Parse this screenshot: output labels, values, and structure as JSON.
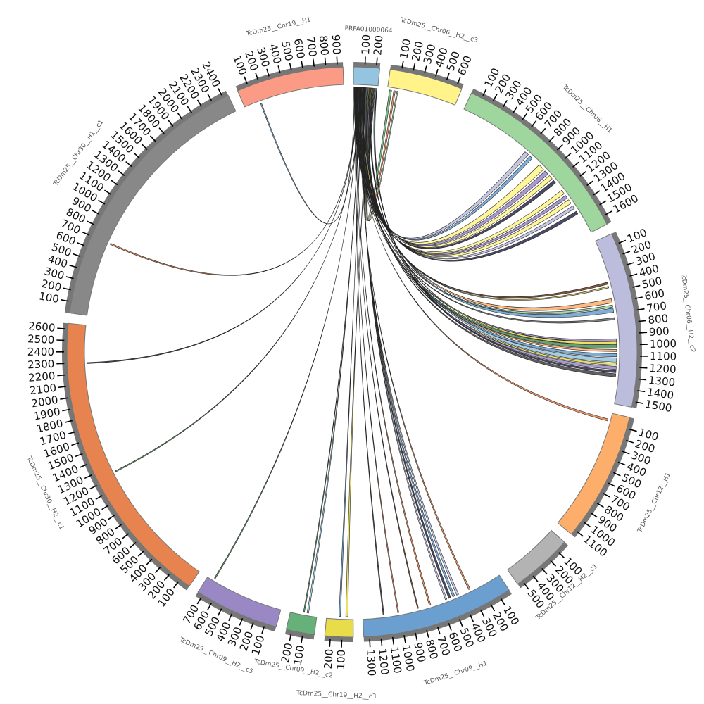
{
  "figure": {
    "type": "circos",
    "title": ""
  },
  "chromosomes": [
    {
      "name": "PRFA01000064",
      "length": 230,
      "color": "#94c4df"
    },
    {
      "name": "TcDm25__Chr06__H2__c3",
      "length": 650,
      "color": "#fff38a"
    },
    {
      "name": "TcDm25__Chr06__H1",
      "length": 1680,
      "color": "#9ed69e"
    },
    {
      "name": "TcDm25__Chr06__H2__c2",
      "length": 1550,
      "color": "#bcbddc"
    },
    {
      "name": "TcDm25__Chr12__H1",
      "length": 1150,
      "color": "#fdae6b"
    },
    {
      "name": "TcDm25__Chr12__H2__c1",
      "length": 550,
      "color": "#b3b3b3"
    },
    {
      "name": "TcDm25__Chr09__H1",
      "length": 1350,
      "color": "#6a9fcf"
    },
    {
      "name": "TcDm25__Chr19__H2__c3",
      "length": 250,
      "color": "#e8dc4a"
    },
    {
      "name": "TcDm25__Chr09__H2__c2",
      "length": 250,
      "color": "#66b07a"
    },
    {
      "name": "TcDm25__Chr09__H2__c5",
      "length": 750,
      "color": "#9a88c4"
    },
    {
      "name": "TcDm25__Chr30__H2__c1",
      "length": 2650,
      "color": "#e6834f"
    },
    {
      "name": "TcDm25__Chr30__H1__c1",
      "length": 2450,
      "color": "#888888"
    },
    {
      "name": "TcDm25__Chr19__H1",
      "length": 950,
      "color": "#fb9a85"
    }
  ],
  "tick_interval": 100,
  "links": [
    [
      "TcDm25__Chr06__H2__c3",
      20,
      40,
      180,
      186,
      "#66b07a"
    ],
    [
      "TcDm25__Chr06__H2__c3",
      60,
      75,
      190,
      195,
      "#e6834f"
    ],
    [
      "TcDm25__Chr06__H2__c3",
      90,
      100,
      200,
      205,
      "#9ed69e"
    ],
    [
      "TcDm25__Chr06__H1",
      700,
      740,
      150,
      158,
      "#bcbddc"
    ],
    [
      "TcDm25__Chr06__H1",
      760,
      790,
      160,
      165,
      "#6a9fcf"
    ],
    [
      "TcDm25__Chr06__H1",
      880,
      940,
      120,
      130,
      "#fff38a"
    ],
    [
      "TcDm25__Chr06__H1",
      960,
      1000,
      132,
      138,
      "#9a88c4"
    ],
    [
      "TcDm25__Chr06__H1",
      1020,
      1060,
      140,
      146,
      "#fff38a"
    ],
    [
      "TcDm25__Chr06__H1",
      1080,
      1110,
      100,
      106,
      "#2b2b4a"
    ],
    [
      "TcDm25__Chr06__H1",
      1200,
      1240,
      60,
      66,
      "#fff38a"
    ],
    [
      "TcDm25__Chr06__H1",
      1260,
      1290,
      70,
      74,
      "#9a88c4"
    ],
    [
      "TcDm25__Chr06__H1",
      1310,
      1350,
      80,
      86,
      "#fff38a"
    ],
    [
      "TcDm25__Chr06__H1",
      1380,
      1410,
      88,
      92,
      "#bcbddc"
    ],
    [
      "TcDm25__Chr06__H1",
      1440,
      1470,
      94,
      98,
      "#2b2b4a"
    ],
    [
      "TcDm25__Chr06__H2__c2",
      400,
      420,
      40,
      43,
      "#6b3a1e"
    ],
    [
      "TcDm25__Chr06__H2__c2",
      440,
      455,
      44,
      47,
      "#c8c060"
    ],
    [
      "TcDm25__Chr06__H2__c2",
      560,
      600,
      110,
      116,
      "#fdae6b"
    ],
    [
      "TcDm25__Chr06__H2__c2",
      620,
      640,
      12,
      16,
      "#9ed69e"
    ],
    [
      "TcDm25__Chr06__H2__c2",
      650,
      690,
      118,
      125,
      "#6a9fcf"
    ],
    [
      "TcDm25__Chr06__H2__c2",
      740,
      760,
      20,
      24,
      "#666666"
    ],
    [
      "TcDm25__Chr06__H2__c2",
      940,
      960,
      26,
      30,
      "#9a88c4"
    ],
    [
      "TcDm25__Chr06__H2__c2",
      965,
      990,
      166,
      172,
      "#e8dc4a"
    ],
    [
      "TcDm25__Chr06__H2__c2",
      995,
      1030,
      4,
      10,
      "#4f8f5a"
    ],
    [
      "TcDm25__Chr06__H2__c2",
      1040,
      1060,
      32,
      36,
      "#fdae6b"
    ],
    [
      "TcDm25__Chr06__H2__c2",
      1080,
      1110,
      48,
      54,
      "#6a9fcf"
    ],
    [
      "TcDm25__Chr06__H2__c2",
      1120,
      1160,
      210,
      218,
      "#94c4df"
    ],
    [
      "TcDm25__Chr06__H2__c2",
      1170,
      1190,
      56,
      60,
      "#e8dc4a"
    ],
    [
      "TcDm25__Chr06__H2__c2",
      1200,
      1230,
      174,
      179,
      "#9a88c4"
    ],
    [
      "TcDm25__Chr06__H2__c2",
      1240,
      1260,
      220,
      224,
      "#2b2b4a"
    ],
    [
      "TcDm25__Chr06__H2__c2",
      1270,
      1300,
      66,
      70,
      "#444444"
    ],
    [
      "TcDm25__Chr12__H1",
      60,
      80,
      14,
      16,
      "#e6834f"
    ],
    [
      "TcDm25__Chr09__H1",
      300,
      315,
      76,
      78,
      "#e6834f"
    ],
    [
      "TcDm25__Chr09__H1",
      420,
      440,
      96,
      99,
      "#bcbddc"
    ],
    [
      "TcDm25__Chr09__H1",
      460,
      480,
      102,
      105,
      "#6a9fcf"
    ],
    [
      "TcDm25__Chr09__H1",
      500,
      520,
      108,
      111,
      "#2b2b4a"
    ],
    [
      "TcDm25__Chr09__H1",
      540,
      555,
      112,
      114,
      "#bcbddc"
    ],
    [
      "TcDm25__Chr09__H1",
      700,
      715,
      36,
      38,
      "#e6834f"
    ],
    [
      "TcDm25__Chr09__H1",
      820,
      830,
      28,
      30,
      "#6b3a1e"
    ],
    [
      "TcDm25__Chr09__H1",
      1010,
      1020,
      18,
      20,
      "#e6834f"
    ],
    [
      "TcDm25__Chr09__H1",
      1150,
      1160,
      24,
      26,
      "#333333"
    ],
    [
      "TcDm25__Chr19__H2__c3",
      50,
      70,
      150,
      155,
      "#e8dc4a"
    ],
    [
      "TcDm25__Chr19__H2__c3",
      120,
      135,
      84,
      88,
      "#6a9fcf"
    ],
    [
      "TcDm25__Chr09__H2__c2",
      80,
      95,
      60,
      63,
      "#94c4df"
    ],
    [
      "TcDm25__Chr09__H2__c2",
      120,
      130,
      64,
      66,
      "#4f8f5a"
    ],
    [
      "TcDm25__Chr09__H2__c5",
      680,
      690,
      50,
      52,
      "#4f8f5a"
    ],
    [
      "TcDm25__Chr30__H2__c1",
      1230,
      1240,
      70,
      72,
      "#4f8f5a"
    ],
    [
      "TcDm25__Chr30__H2__c1",
      2290,
      2300,
      46,
      48,
      "#2b2b4a"
    ],
    [
      "TcDm25__Chr30__H1__c1",
      700,
      712,
      38,
      40,
      "#e6834f"
    ],
    [
      "TcDm25__Chr19__H1",
      150,
      160,
      8,
      10,
      "#6a9fcf"
    ]
  ]
}
